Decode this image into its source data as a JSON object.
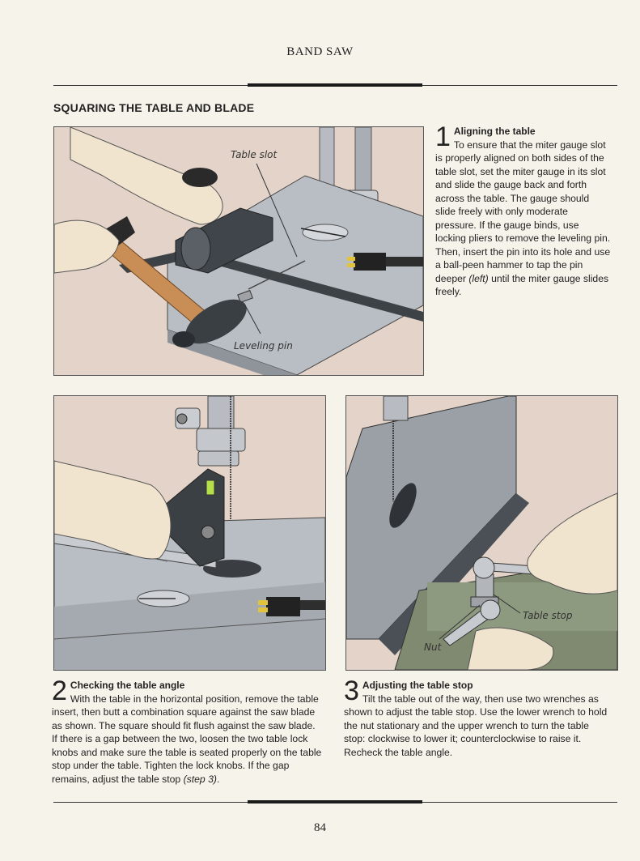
{
  "header": {
    "running_head": "BAND SAW"
  },
  "section": {
    "title": "SQUARING THE TABLE AND BLADE"
  },
  "figures": {
    "fig1": {
      "callout_slot": "Table slot",
      "callout_pin": "Leveling pin"
    },
    "fig3": {
      "callout_stop": "Table stop",
      "callout_nut": "Nut"
    }
  },
  "steps": {
    "s1": {
      "number": "1",
      "heading": "Aligning the table",
      "text_a": "To ensure that the miter gauge slot is properly aligned on both sides of the table slot, set the miter gauge in its slot and slide the gauge back and forth across the table. The gauge should slide freely with only moderate pressure. If the gauge binds, use locking pliers to remove the leveling pin. Then, insert the pin into its hole and use a ball-peen hammer to tap the pin deeper ",
      "ref": "(left)",
      "text_b": " until the miter gauge slides freely."
    },
    "s2": {
      "number": "2",
      "heading": "Checking the table angle",
      "text_a": "With the table in the horizontal position, remove the table insert, then butt a combination square against the saw blade as shown. The square should fit flush against the saw blade. If there is a gap between the two, loosen the two table lock knobs and make sure the table is seated properly on the table stop under the table. Tighten the lock knobs. If the gap remains, adjust the table stop ",
      "ref": "(step 3)",
      "text_b": "."
    },
    "s3": {
      "number": "3",
      "heading": "Adjusting the table stop",
      "text_a": "Tilt the table out of the way, then use two wrenches as shown to adjust the table stop. Use the lower wrench to hold the nut stationary and the upper wrench to turn the table stop: clockwise to lower it; counterclockwise to raise it. Recheck the table angle."
    }
  },
  "footer": {
    "page_number": "84"
  }
}
